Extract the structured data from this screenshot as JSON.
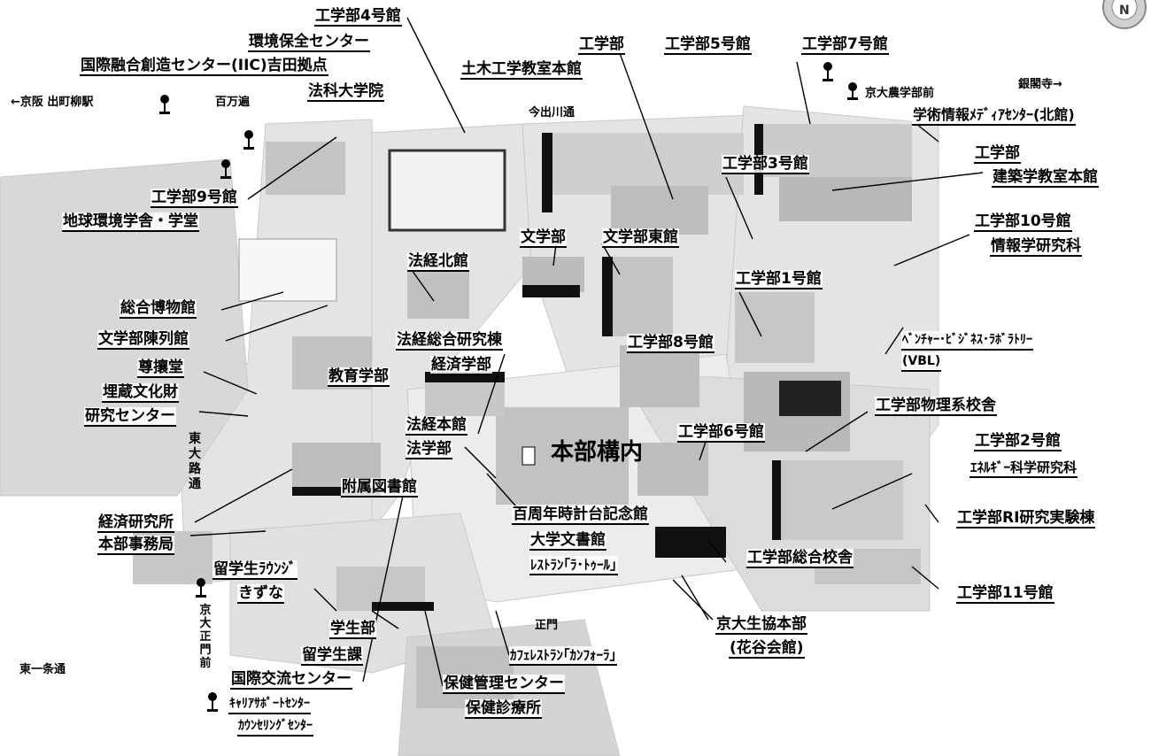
{
  "map": {
    "center_label": "本部構内",
    "roads": {
      "imadegawa": "今出川通",
      "hyakumanben": "百万遍",
      "higashioji": "東大路通",
      "higashiichijo": "東一条通",
      "seimon": "正門",
      "to_kyohan": "←京阪 出町柳駅",
      "to_ginkakuji": "銀閣寺→",
      "kyodai_nogakubu": "京大農学部前",
      "kyodai_seimonmae": "京大正門前"
    },
    "labels": {
      "eng4": "工学部4号館",
      "env_center": "環境保全センター",
      "iic": "国際融合創造センター(IIC)吉田拠点",
      "law_grad": "法科大学院",
      "eng": "工学部",
      "eng5": "工学部5号館",
      "eng7": "工学部7号館",
      "civil": "土木工学教室本館",
      "media_center": "学術情報ﾒﾃﾞｨｱｾﾝﾀｰ(北館)",
      "eng2_label": "工学部",
      "arch": "建築学教室本館",
      "eng3": "工学部3号館",
      "eng9": "工学部9号館",
      "chikyu": "地球環境学舎・学堂",
      "eng10": "工学部10号館",
      "info_grad": "情報学研究科",
      "bungaku": "文学部",
      "bungaku_east": "文学部東館",
      "hokei_north": "法経北館",
      "eng1": "工学部1号館",
      "museum": "総合博物館",
      "bungaku_exhibit": "文学部陳列館",
      "vbl_1": "ﾍﾞﾝﾁｬｰ･ﾋﾞｼﾞﾈｽ･ﾗﾎﾞﾗﾄﾘｰ",
      "vbl_2": "(VBL)",
      "hokei_research": "法経総合研究棟",
      "econ": "経済学部",
      "eng8": "工学部8号館",
      "sonjodo": "尊攘堂",
      "education": "教育学部",
      "maizo_1": "埋蔵文化財",
      "maizo_2": "研究センター",
      "eng_physics": "工学部物理系校舎",
      "hokei_main": "法経本館",
      "law": "法学部",
      "eng6": "工学部6号館",
      "eng2": "工学部2号館",
      "energy": "ｴﾈﾙｷﾞｰ科学研究科",
      "library": "附属図書館",
      "econ_inst": "経済研究所",
      "clock": "百周年時計台記念館",
      "eng_ri": "工学部RI研究実験棟",
      "admin": "本部事務局",
      "archives": "大学文書館",
      "restaurant": "ﾚｽﾄﾗﾝ｢ﾗ･ﾄｩｰﾙ｣",
      "eng_general": "工学部総合校舎",
      "lounge": "留学生ﾗｳﾝｼﾞ",
      "kizuna": "きずな",
      "eng11": "工学部11号館",
      "coop": "京大生協本部",
      "hanaya": "(花谷会館)",
      "student": "学生部",
      "intl_students": "留学生課",
      "cafe": "ｶﾌｪﾚｽﾄﾗﾝ｢ｶﾝﾌｫｰﾗ｣",
      "intl_exchange": "国際交流センター",
      "health": "保健管理センター",
      "career": "ｷｬﾘｱｻﾎﾟｰﾄｾﾝﾀｰ",
      "clinic": "保健診療所",
      "counseling": "ｶｳﾝｾﾘﾝｸﾞｾﾝﾀｰ"
    }
  }
}
